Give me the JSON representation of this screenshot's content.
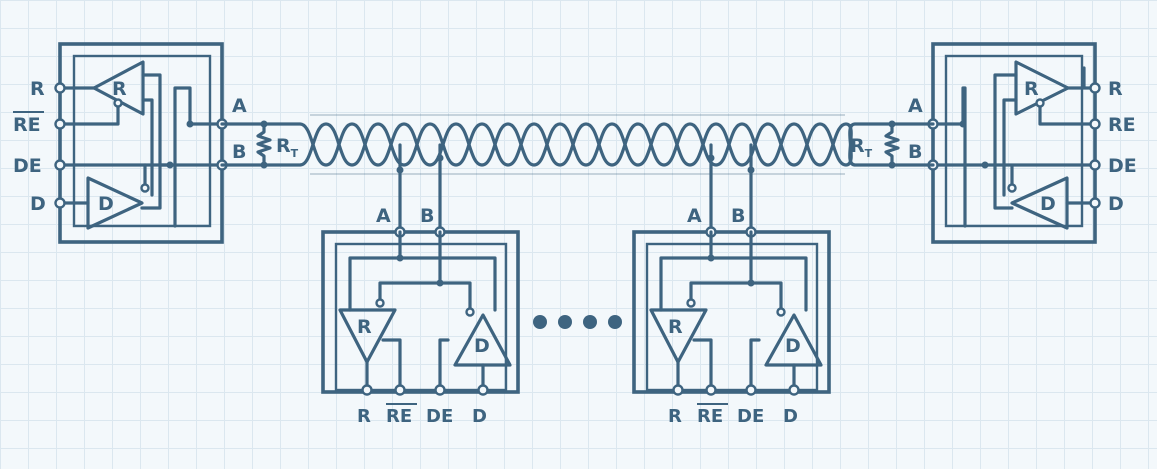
{
  "left_node": {
    "pins": [
      "R",
      "RE",
      "DE",
      "D"
    ],
    "receiver_label": "R",
    "driver_label": "D",
    "bus_pins": [
      "A",
      "B"
    ],
    "terminator": "R",
    "terminator_sub": "T"
  },
  "right_node": {
    "pins": [
      "R",
      "RE",
      "DE",
      "D"
    ],
    "receiver_label": "R",
    "driver_label": "D",
    "bus_pins": [
      "A",
      "B"
    ],
    "terminator": "R",
    "terminator_sub": "T"
  },
  "middle_nodes": [
    {
      "bus_pins": [
        "A",
        "B"
      ],
      "receiver_label": "R",
      "driver_label": "D",
      "bottom_pins": [
        "R",
        "RE",
        "DE",
        "D"
      ]
    },
    {
      "bus_pins": [
        "A",
        "B"
      ],
      "receiver_label": "R",
      "driver_label": "D",
      "bottom_pins": [
        "R",
        "RE",
        "DE",
        "D"
      ]
    }
  ],
  "colors": {
    "ink": "#3e6480",
    "paper": "#f3f8fb",
    "grid": "#dbe7ef"
  }
}
